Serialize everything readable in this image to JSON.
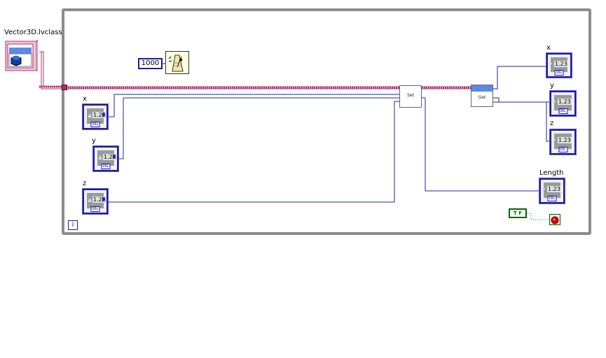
{
  "class_constant": {
    "label": "Vector3D.lvclass"
  },
  "wait_constant": {
    "value": "1000"
  },
  "controls": {
    "x": {
      "label": "x",
      "value": "1.23",
      "type": "DBL"
    },
    "y": {
      "label": "y",
      "value": "1.23",
      "type": "DBL"
    },
    "z": {
      "label": "z",
      "value": "1.23",
      "type": "DBL"
    }
  },
  "indicators": {
    "x": {
      "label": "x",
      "value": "1.23",
      "type": "DBL"
    },
    "y": {
      "label": "y",
      "value": "1.23",
      "type": "DBL"
    },
    "z": {
      "label": "z",
      "value": "1.23",
      "type": "DBL"
    },
    "length": {
      "label": "Length",
      "value": "1.23",
      "type": "DBL"
    }
  },
  "nodes": {
    "set": "Set",
    "get": "Get"
  },
  "bool_constant": {
    "value": "T F"
  },
  "loop": {
    "iteration_terminal": "i"
  },
  "colors": {
    "class_wire": "#b0306a",
    "numeric_wire": "#2020a8",
    "bool_wire": "#00a000",
    "loop_border": "#8c8c8c"
  }
}
